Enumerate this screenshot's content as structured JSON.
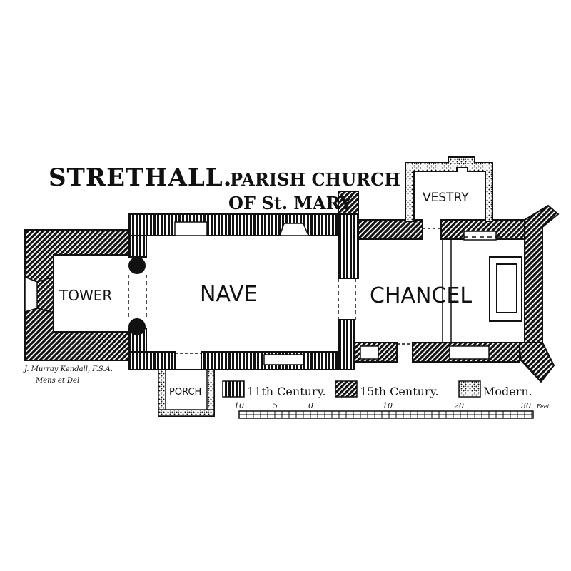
{
  "title": {
    "main": "STRETHALL.",
    "line1": "PARISH CHURCH",
    "line2": "OF St. MARY"
  },
  "rooms": {
    "tower": "TOWER",
    "nave": "NAVE",
    "chancel": "CHANCEL",
    "vestry": "VESTRY",
    "porch": "PORCH"
  },
  "credit": {
    "line1": "J. Murray Kendall, F.S.A.",
    "line2": "Mens et Del"
  },
  "legend": {
    "items": [
      {
        "label": "11th Century.",
        "pattern": "vertical-hatch"
      },
      {
        "label": "15th Century.",
        "pattern": "diagonal-hatch"
      },
      {
        "label": "Modern.",
        "pattern": "stipple"
      }
    ]
  },
  "scale": {
    "ticks": [
      "10",
      "5",
      "0",
      "10",
      "20",
      "30"
    ],
    "unit": "Feet"
  },
  "colors": {
    "ink": "#111111",
    "paper": "#ffffff"
  }
}
